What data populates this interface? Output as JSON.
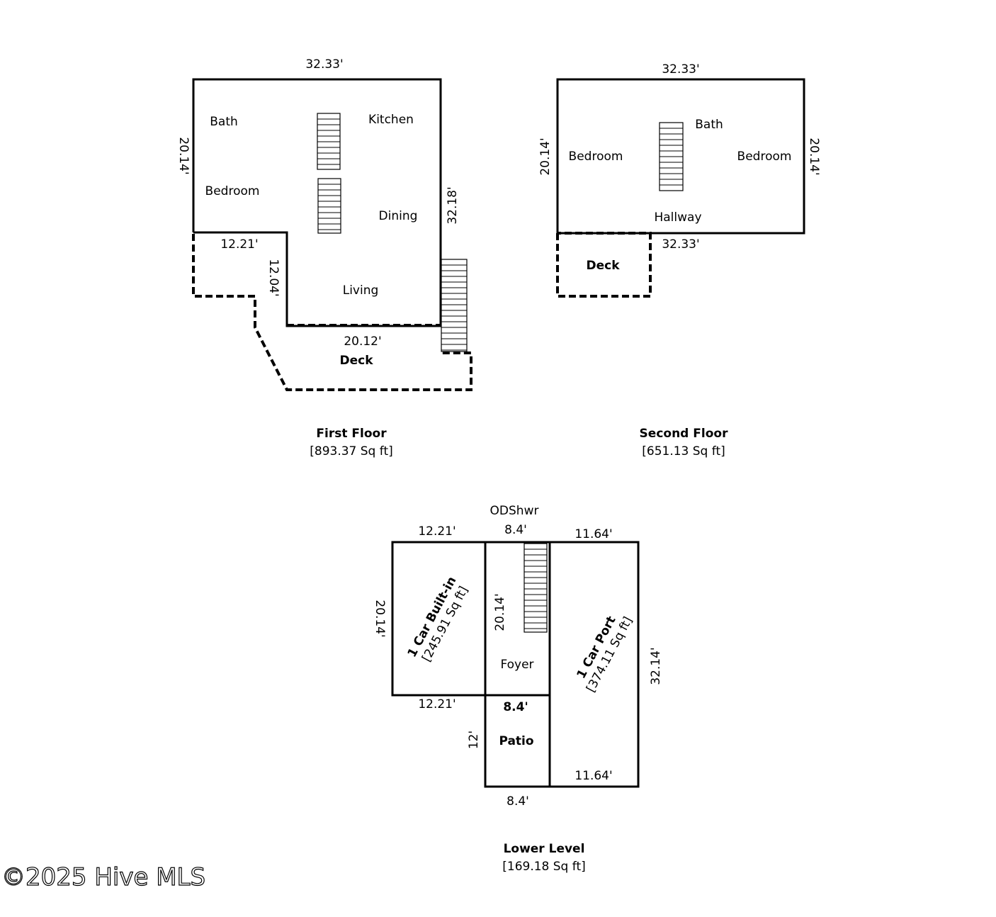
{
  "floors": {
    "first": {
      "title": "First Floor",
      "area": "[893.37 Sq ft]",
      "rooms": {
        "bath": "Bath",
        "kitchen": "Kitchen",
        "bedroom": "Bedroom",
        "dining": "Dining",
        "living": "Living",
        "deck": "Deck"
      },
      "dims": {
        "top": "32.33'",
        "left": "20.14'",
        "right": "32.18'",
        "deck_top": "12.21'",
        "deck_side": "12.04'",
        "deck_bottom": "20.12'"
      }
    },
    "second": {
      "title": "Second Floor",
      "area": "[651.13 Sq ft]",
      "rooms": {
        "bedroom_left": "Bedroom",
        "bath": "Bath",
        "bedroom_right": "Bedroom",
        "hallway": "Hallway",
        "deck": "Deck"
      },
      "dims": {
        "top": "32.33'",
        "left": "20.14'",
        "right": "20.14'",
        "bottom": "32.33'"
      }
    },
    "lower": {
      "title": "Lower Level",
      "area": "[169.18 Sq ft]",
      "label_top": "ODShwr",
      "rooms": {
        "garage": "1 Car Built-in",
        "garage_area": "[245.91 Sq ft]",
        "foyer": "Foyer",
        "patio": "Patio",
        "carport": "1 Car Port",
        "carport_area": "[374.11 Sq ft]"
      },
      "dims": {
        "garage_top": "12.21'",
        "foyer_top": "8.4'",
        "carport_top": "11.64'",
        "garage_left": "20.14'",
        "foyer_side": "20.14'",
        "carport_right": "32.14'",
        "garage_bottom": "12.21'",
        "patio_top": "8.4'",
        "patio_left": "12'",
        "carport_bottom": "11.64'",
        "patio_bottom": "8.4'"
      }
    }
  },
  "watermark": "©2025 Hive MLS"
}
